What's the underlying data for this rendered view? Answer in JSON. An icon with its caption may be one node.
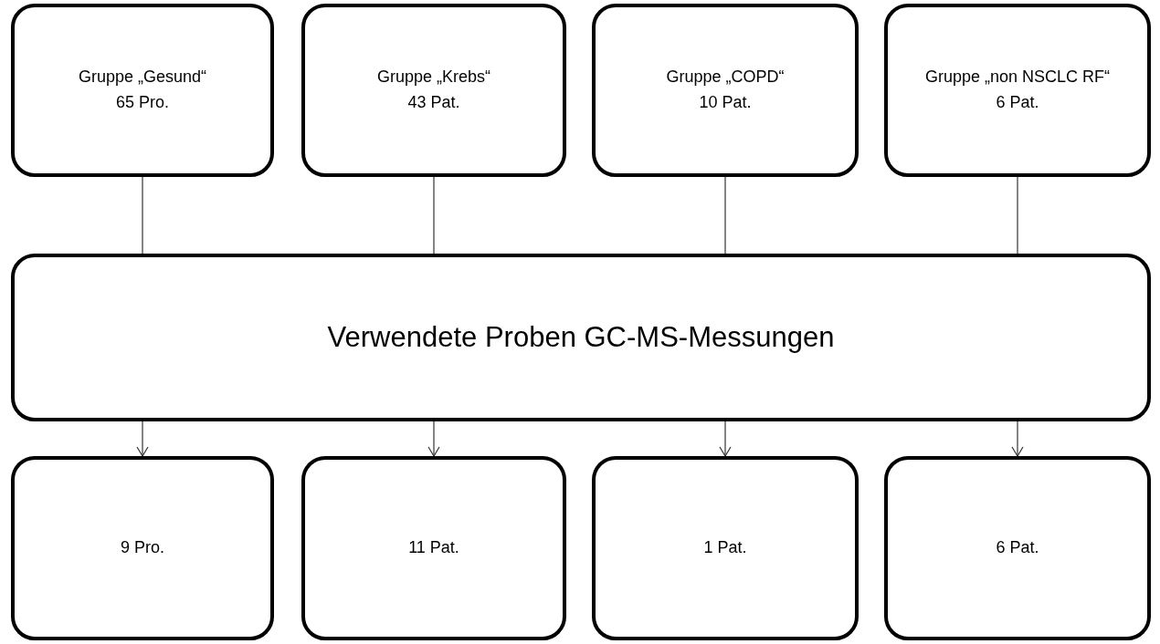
{
  "diagram": {
    "nodes": [
      {
        "text": [
          "Gruppe „Gesund“",
          "65 Pro."
        ]
      },
      {
        "text": [
          "Gruppe „Krebs“",
          "43 Pat."
        ]
      },
      {
        "text": [
          "Gruppe „COPD“",
          "10 Pat."
        ]
      },
      {
        "text": [
          "Gruppe „non NSCLC RF“",
          "6 Pat."
        ]
      },
      {
        "text": [
          "Verwendete Proben GC-MS-Messungen"
        ]
      },
      {
        "text": [
          "9 Pro."
        ]
      },
      {
        "text": [
          "11 Pat."
        ]
      },
      {
        "text": [
          "1 Pat."
        ]
      },
      {
        "text": [
          "6 Pat."
        ]
      }
    ],
    "edges": [
      {
        "from": 0,
        "to": 4,
        "arrow": "none"
      },
      {
        "from": 1,
        "to": 4,
        "arrow": "none"
      },
      {
        "from": 2,
        "to": 4,
        "arrow": "none"
      },
      {
        "from": 3,
        "to": 4,
        "arrow": "none"
      },
      {
        "from": 4,
        "to": 5,
        "arrow": "to"
      },
      {
        "from": 4,
        "to": 6,
        "arrow": "to"
      },
      {
        "from": 4,
        "to": 7,
        "arrow": "to"
      },
      {
        "from": 4,
        "to": 8,
        "arrow": "to"
      }
    ]
  }
}
